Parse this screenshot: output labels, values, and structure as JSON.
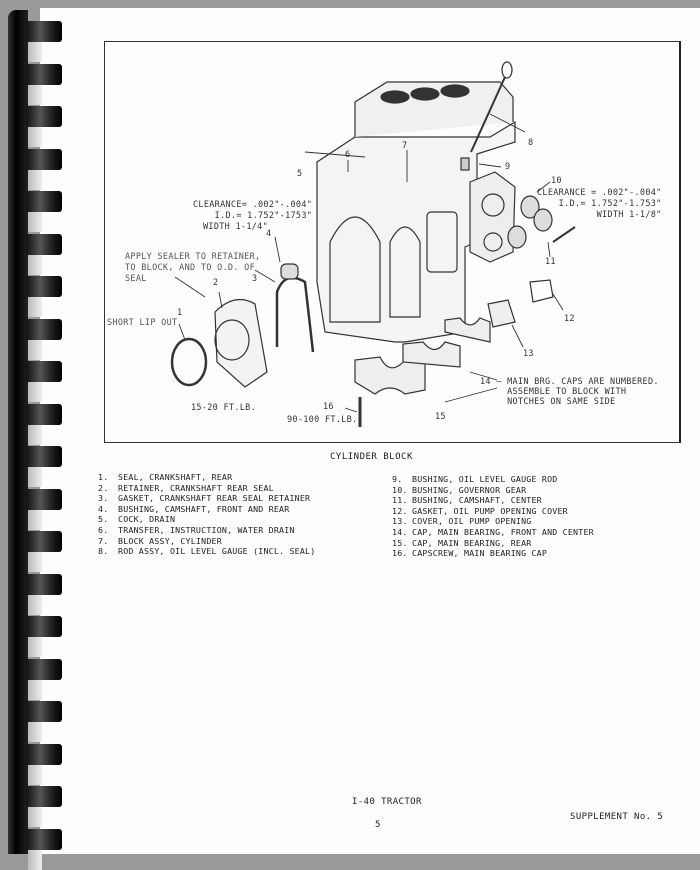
{
  "figure": {
    "caption": "CYLINDER BLOCK",
    "callouts": [
      "1",
      "2",
      "3",
      "4",
      "5",
      "6",
      "7",
      "8",
      "9",
      "10",
      "11",
      "12",
      "13",
      "14",
      "15",
      "16"
    ],
    "notes": {
      "left_clearance": [
        "CLEARANCE= .002\"-.004\"",
        "I.D.= 1.752\"-1753\"",
        "WIDTH 1-1/4\""
      ],
      "right_clearance": [
        "CLEARANCE = .002\"-.004\"",
        "I.D.= 1.752\"-1.753\"",
        "WIDTH 1-1/8\""
      ],
      "sealer": [
        "APPLY SEALER TO RETAINER,",
        "TO BLOCK, AND TO O.D. OF",
        "SEAL"
      ],
      "short_lip": "SHORT LIP OUT",
      "torque_small": "15-20 FT.LB.",
      "torque_large": "90-100 FT.LB.",
      "main_caps": [
        "MAIN BRG. CAPS ARE NUMBERED.",
        "ASSEMBLE TO BLOCK WITH",
        "NOTCHES ON SAME SIDE"
      ]
    }
  },
  "parts_left": [
    {
      "n": "1.",
      "d": "SEAL, CRANKSHAFT, REAR"
    },
    {
      "n": "2.",
      "d": "RETAINER, CRANKSHAFT REAR SEAL"
    },
    {
      "n": "3.",
      "d": "GASKET, CRANKSHAFT REAR SEAL RETAINER"
    },
    {
      "n": "4.",
      "d": "BUSHING, CAMSHAFT, FRONT AND REAR"
    },
    {
      "n": "5.",
      "d": "COCK, DRAIN"
    },
    {
      "n": "6.",
      "d": "TRANSFER, INSTRUCTION, WATER DRAIN"
    },
    {
      "n": "7.",
      "d": "BLOCK ASSY, CYLINDER"
    },
    {
      "n": "8.",
      "d": "ROD ASSY, OIL LEVEL GAUGE (INCL. SEAL)"
    }
  ],
  "parts_right": [
    {
      "n": "9.",
      "d": "BUSHING, OIL LEVEL GAUGE ROD"
    },
    {
      "n": "10.",
      "d": "BUSHING, GOVERNOR GEAR"
    },
    {
      "n": "11.",
      "d": "BUSHING, CAMSHAFT, CENTER"
    },
    {
      "n": "12.",
      "d": "GASKET, OIL PUMP OPENING COVER"
    },
    {
      "n": "13.",
      "d": "COVER, OIL PUMP OPENING"
    },
    {
      "n": "14.",
      "d": "CAP, MAIN BEARING, FRONT AND CENTER"
    },
    {
      "n": "15.",
      "d": "CAP, MAIN BEARING, REAR"
    },
    {
      "n": "16.",
      "d": "CAPSCREW, MAIN BEARING CAP"
    }
  ],
  "footer": {
    "model": "I-40 TRACTOR",
    "page": "5",
    "supplement": "SUPPLEMENT No. 5"
  }
}
